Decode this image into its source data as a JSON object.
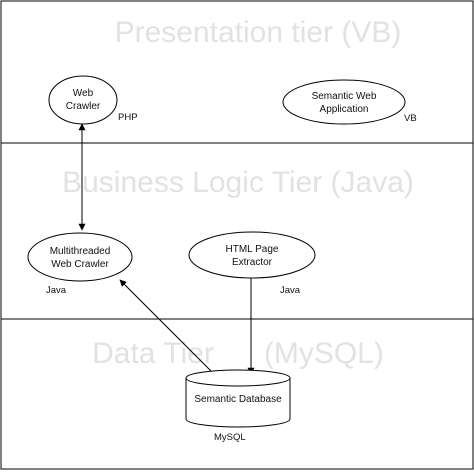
{
  "colors": {
    "stroke": "#000000",
    "tier_title": "#e2e2e2",
    "background": "#ffffff"
  },
  "tiers": [
    {
      "title": "Presentation tier (VB)"
    },
    {
      "title": "Business Logic Tier (Java)"
    },
    {
      "title": "Data Tier      (MySQL)"
    }
  ],
  "nodes": {
    "web_crawler": {
      "lines": [
        "Web",
        "Crawler"
      ],
      "tech": "PHP"
    },
    "semantic_web_app": {
      "lines": [
        "Semantic Web",
        "Application"
      ],
      "tech": "VB"
    },
    "multithreaded_crawler": {
      "lines": [
        "Multithreaded",
        "Web Crawler"
      ],
      "tech": "Java"
    },
    "html_extractor": {
      "lines": [
        "HTML Page",
        "Extractor"
      ],
      "tech": "Java"
    },
    "semantic_database": {
      "lines": [
        "Semantic Database"
      ],
      "tech": "MySQL"
    }
  }
}
